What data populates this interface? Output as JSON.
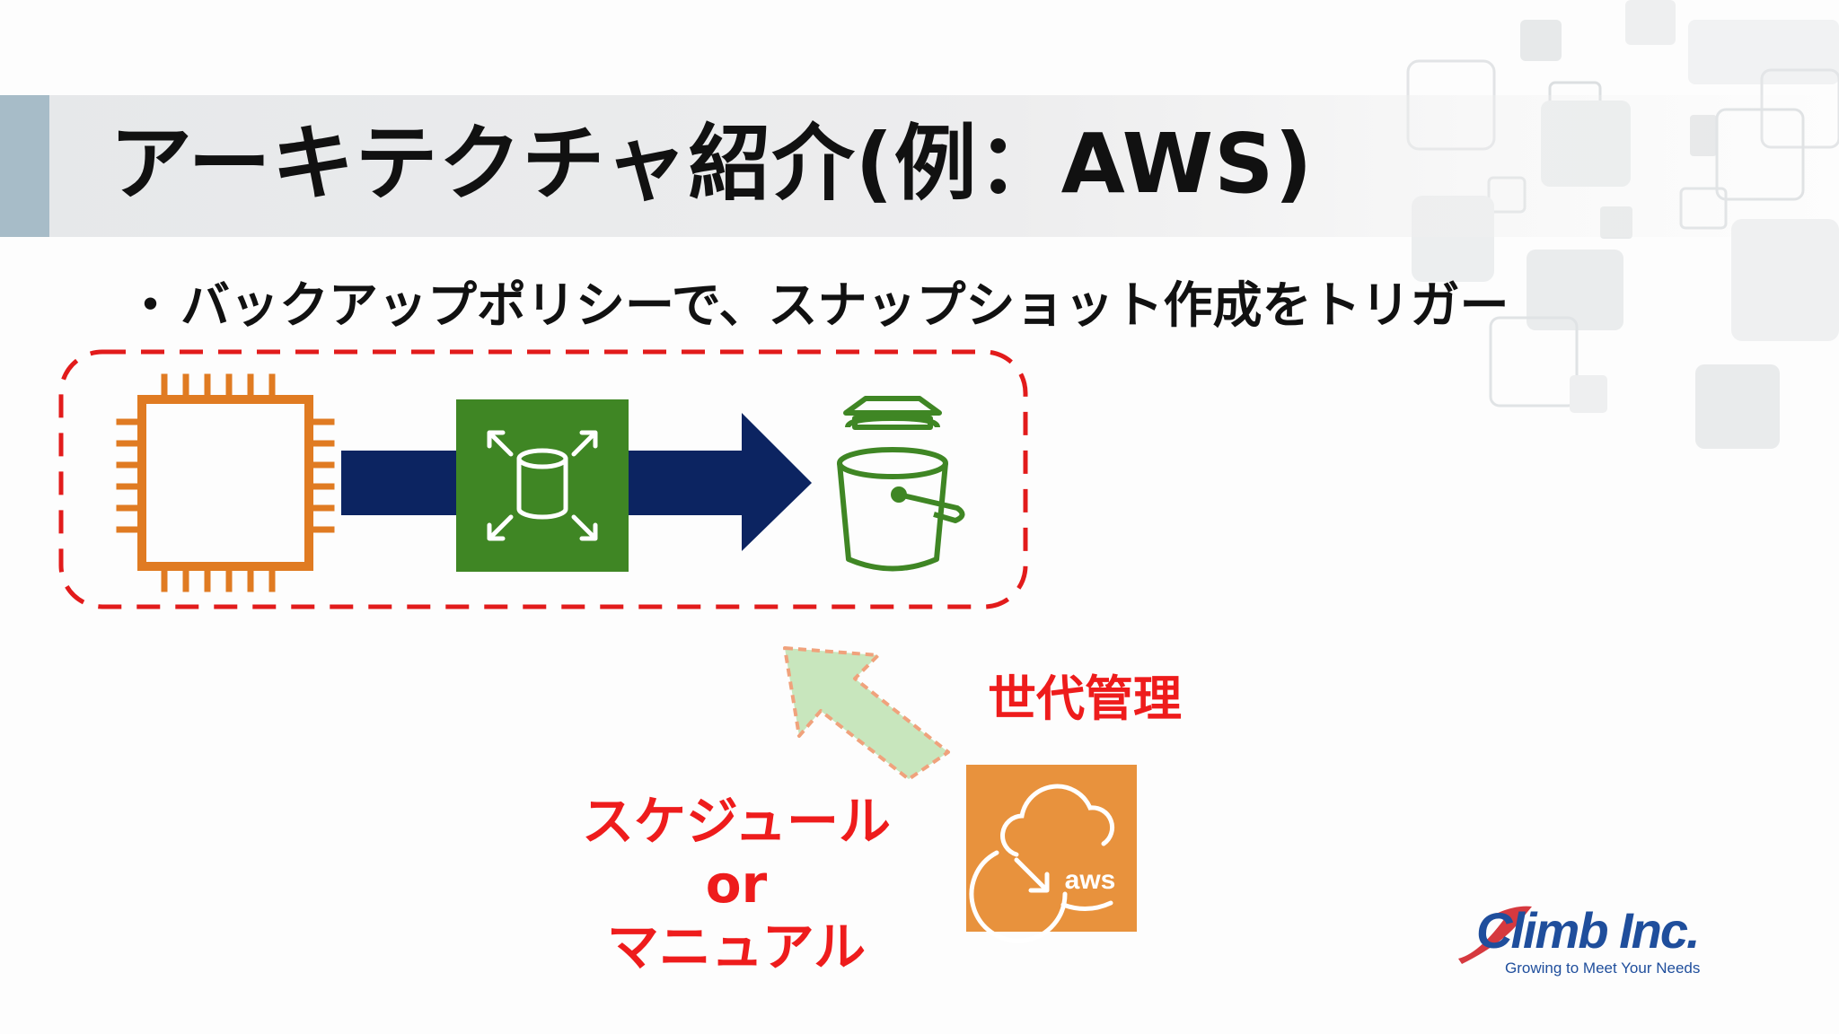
{
  "slide": {
    "title": "アーキテクチャ紹介(例：AWS)",
    "bullet": {
      "marker": "・",
      "text": "バックアップポリシーで、スナップショット作成をトリガー"
    }
  },
  "diagram": {
    "source_icon": "ec2-instance-icon",
    "volume_icon": "ebs-volume-icon",
    "target_icon": "s3-bucket-icon",
    "service_icon": "aws-backup-icon",
    "service_icon_text": "aws",
    "colors": {
      "ec2": "#e07b22",
      "ebs": "#3f8624",
      "s3": "#3f8624",
      "flow_arrow": "#0c2461",
      "dashed_border": "#e21b1b",
      "trigger_arrow_fill": "#c8e6bd",
      "trigger_arrow_border": "#f0a27c",
      "backup_bg": "#e8923d",
      "label": "#ee1c1c"
    },
    "labels": {
      "generation": "世代管理",
      "schedule_lines": [
        "スケジュール",
        "or",
        "マニュアル"
      ]
    }
  },
  "logo": {
    "name": "Climb Inc.",
    "tagline": "Growing to Meet Your Needs"
  }
}
